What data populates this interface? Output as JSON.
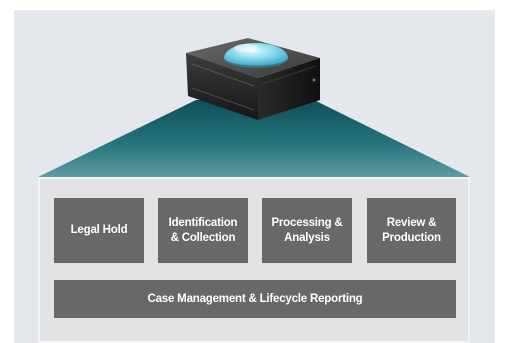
{
  "colors": {
    "background": "#e4e8ec",
    "beam": "#1f6a72",
    "panel": "#e2e3e4",
    "box": "#686868",
    "box_text": "#ffffff",
    "device_body": "#2b2b2b",
    "dome": "#8fdcf0"
  },
  "icons": {
    "device": "server-appliance-with-dome-icon"
  },
  "stages": [
    {
      "line1": "Legal Hold",
      "line2": ""
    },
    {
      "line1": "Identification",
      "line2": "& Collection"
    },
    {
      "line1": "Processing &",
      "line2": "Analysis"
    },
    {
      "line1": "Review &",
      "line2": "Production"
    }
  ],
  "footer": {
    "label": "Case Management & Lifecycle Reporting"
  }
}
